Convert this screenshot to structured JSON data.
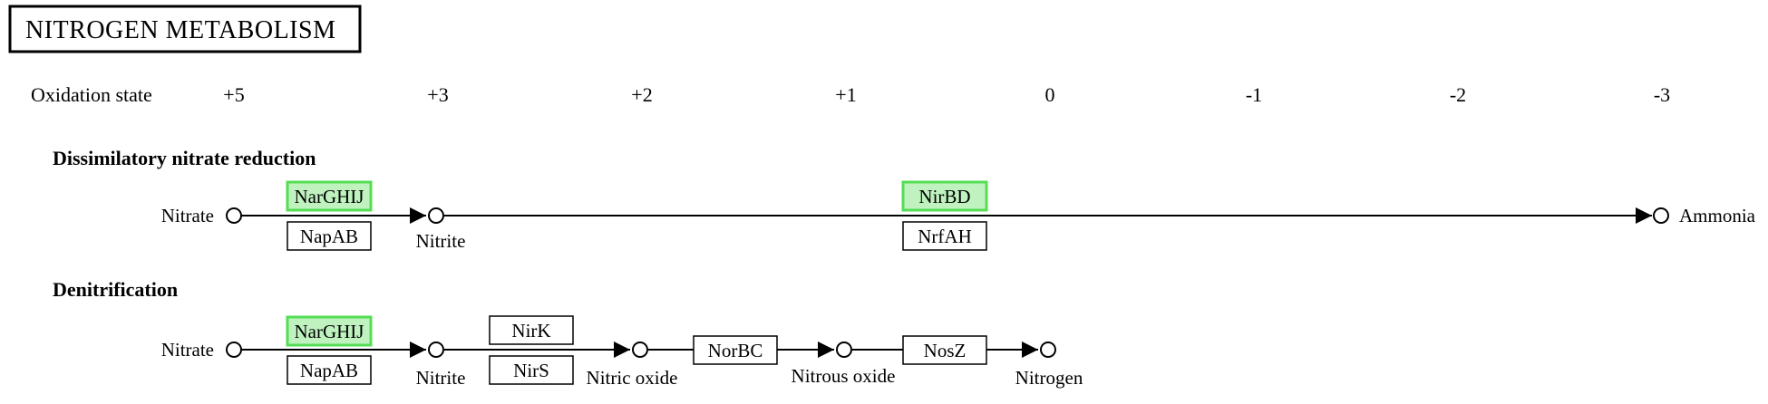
{
  "title": "NITROGEN METABOLISM",
  "oxidation": {
    "label": "Oxidation state",
    "states": [
      "+5",
      "+3",
      "+2",
      "+1",
      "0",
      "-1",
      "-2",
      "-3"
    ]
  },
  "colors": {
    "highlight_fill": "#bff2bf",
    "highlight_border": "#55dd55"
  },
  "sections": [
    {
      "id": "dissimilatory",
      "name": "Dissimilatory nitrate reduction",
      "compounds": [
        "Nitrate",
        "Nitrite",
        "Ammonia"
      ],
      "enzymes": [
        {
          "label": "NarGHIJ",
          "highlighted": true
        },
        {
          "label": "NapAB",
          "highlighted": false
        },
        {
          "label": "NirBD",
          "highlighted": true
        },
        {
          "label": "NrfAH",
          "highlighted": false
        }
      ]
    },
    {
      "id": "denitrification",
      "name": "Denitrification",
      "compounds": [
        "Nitrate",
        "Nitrite",
        "Nitric oxide",
        "Nitrous oxide",
        "Nitrogen"
      ],
      "enzymes": [
        {
          "label": "NarGHIJ",
          "highlighted": true
        },
        {
          "label": "NapAB",
          "highlighted": false
        },
        {
          "label": "NirK",
          "highlighted": false
        },
        {
          "label": "NirS",
          "highlighted": false
        },
        {
          "label": "NorBC",
          "highlighted": false
        },
        {
          "label": "NosZ",
          "highlighted": false
        }
      ]
    }
  ]
}
